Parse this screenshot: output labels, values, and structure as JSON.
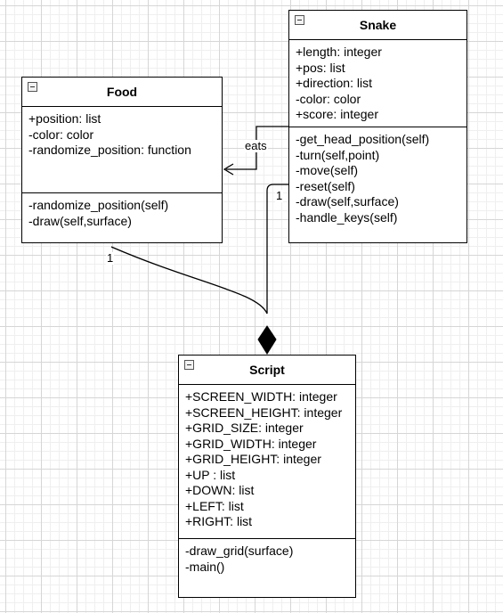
{
  "classes": {
    "food": {
      "name": "Food",
      "attributes": [
        "+position: list",
        "-color: color",
        "-randomize_position: function"
      ],
      "methods": [
        "-randomize_position(self)",
        "-draw(self,surface)"
      ]
    },
    "snake": {
      "name": "Snake",
      "attributes": [
        "+length: integer",
        "+pos: list",
        "+direction: list",
        "-color: color",
        "+score: integer"
      ],
      "methods": [
        "-get_head_position(self)",
        "-turn(self,point)",
        "-move(self)",
        "-reset(self)",
        "-draw(self,surface)",
        "-handle_keys(self)"
      ]
    },
    "script": {
      "name": "Script",
      "attributes": [
        "+SCREEN_WIDTH: integer",
        "+SCREEN_HEIGHT: integer",
        "+GRID_SIZE: integer",
        "+GRID_WIDTH: integer",
        "+GRID_HEIGHT: integer",
        "+UP : list",
        "+DOWN: list",
        "+LEFT: list",
        "+RIGHT: list"
      ],
      "methods": [
        "-draw_grid(surface)",
        "-main()"
      ]
    }
  },
  "relations": {
    "eats_label": "eats",
    "food_multiplicity": "1",
    "snake_multiplicity": "1"
  }
}
